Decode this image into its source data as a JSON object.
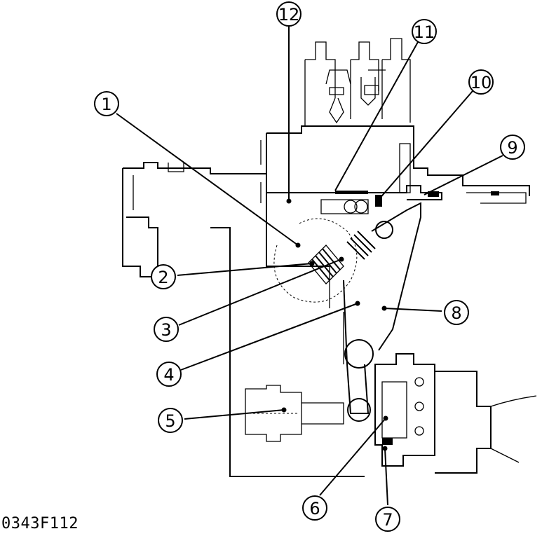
{
  "drawing_code": "0343F112",
  "callouts": [
    {
      "id": "1",
      "label": "1"
    },
    {
      "id": "2",
      "label": "2"
    },
    {
      "id": "3",
      "label": "3"
    },
    {
      "id": "4",
      "label": "4"
    },
    {
      "id": "5",
      "label": "5"
    },
    {
      "id": "6",
      "label": "6"
    },
    {
      "id": "7",
      "label": "7"
    },
    {
      "id": "8",
      "label": "8"
    },
    {
      "id": "9",
      "label": "9"
    },
    {
      "id": "10",
      "label": "10"
    },
    {
      "id": "11",
      "label": "11"
    },
    {
      "id": "12",
      "label": "12"
    }
  ]
}
